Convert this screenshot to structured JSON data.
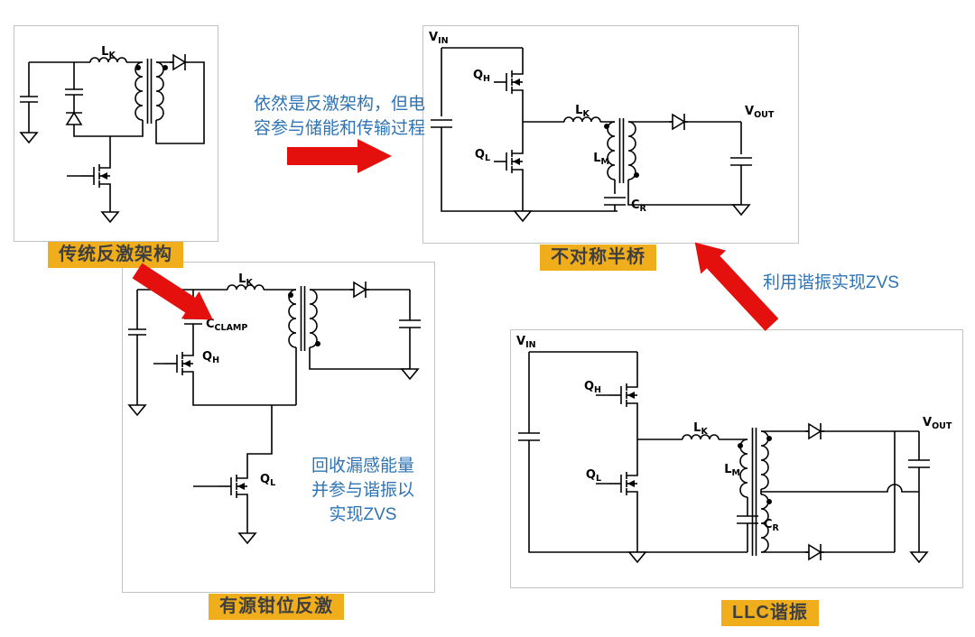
{
  "colors": {
    "badge_bg": "#F0AE1C",
    "badge_text": "#3f3f3f",
    "arrow_red": "#E4100E",
    "note_blue": "#2E74B5",
    "wire": "#000000"
  },
  "panels": {
    "flyback": {
      "badge": "传统反激架构",
      "lk": [
        "L",
        "K"
      ]
    },
    "ahb": {
      "badge": "不对称半桥",
      "vin": [
        "V",
        "IN"
      ],
      "qh": [
        "Q",
        "H"
      ],
      "ql": [
        "Q",
        "L"
      ],
      "lk": [
        "L",
        "K"
      ],
      "lm": [
        "L",
        "M"
      ],
      "cr": [
        "C",
        "R"
      ],
      "vout": [
        "V",
        "OUT"
      ]
    },
    "acf": {
      "badge": "有源钳位反激",
      "lk": [
        "L",
        "K"
      ],
      "cclamp": [
        "C",
        "CLAMP"
      ],
      "qh": [
        "Q",
        "H"
      ],
      "ql": [
        "Q",
        "L"
      ]
    },
    "llc": {
      "badge": "LLC谐振",
      "vin": [
        "V",
        "IN"
      ],
      "qh": [
        "Q",
        "H"
      ],
      "ql": [
        "Q",
        "L"
      ],
      "lk": [
        "L",
        "K"
      ],
      "lm": [
        "L",
        "M"
      ],
      "cr": [
        "C",
        "R"
      ],
      "vout": [
        "V",
        "OUT"
      ]
    }
  },
  "annotations": {
    "flow1_line1": "依然是反激架构，但电",
    "flow1_line2": "容参与储能和传输过程",
    "zvs": "利用谐振实现ZVS",
    "acf_note_line1": "回收漏感能量",
    "acf_note_line2": "并参与谐振以",
    "acf_note_line3": "实现ZVS"
  }
}
